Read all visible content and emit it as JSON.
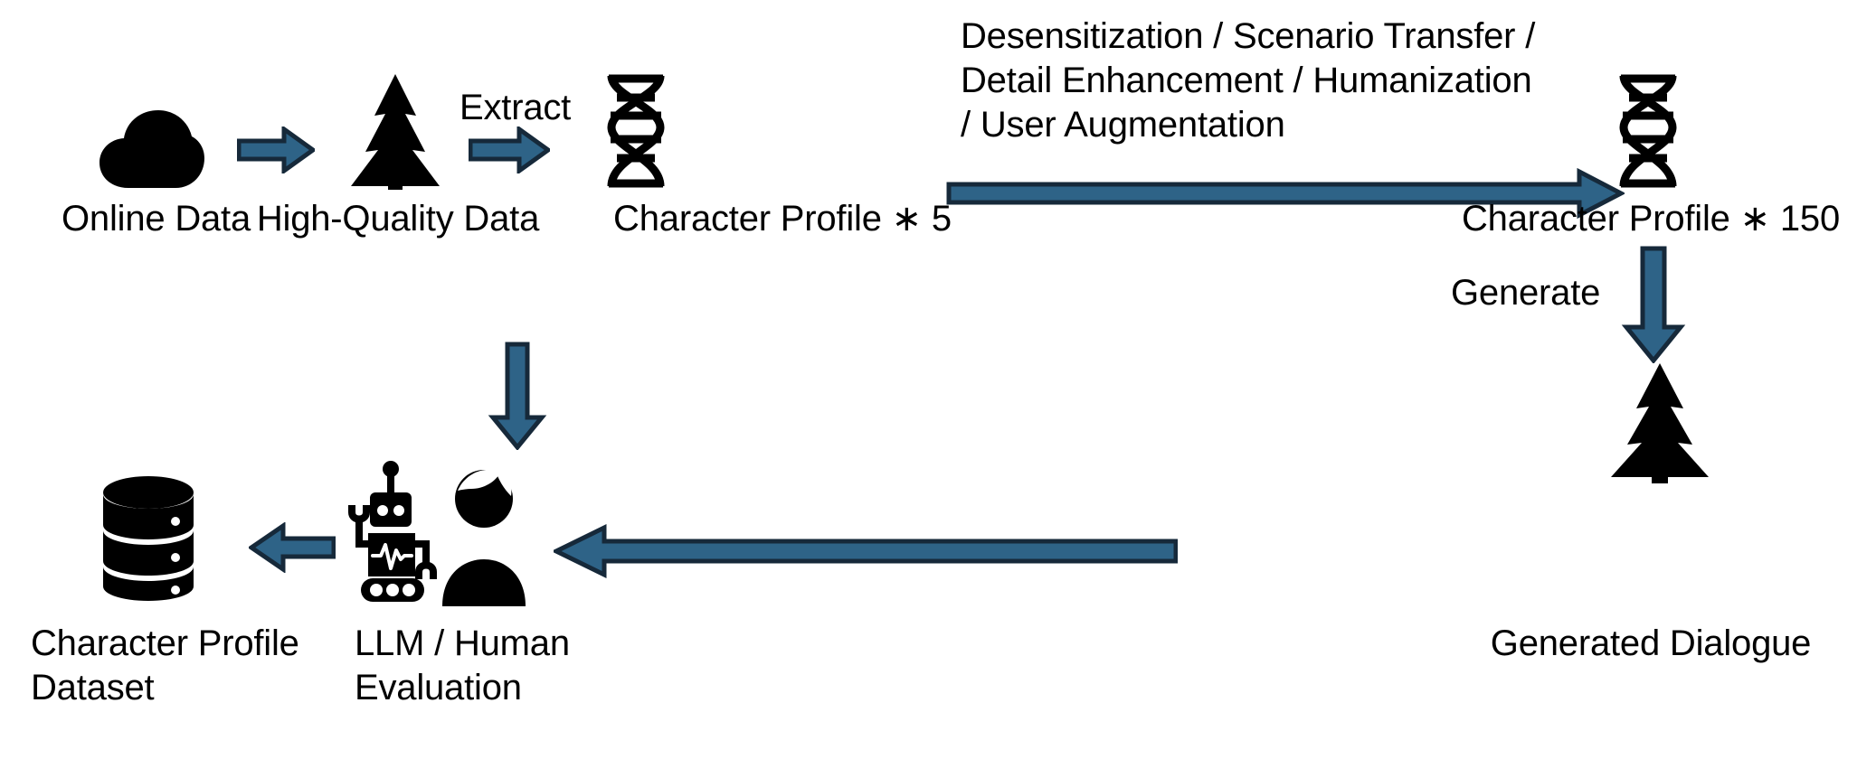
{
  "diagram": {
    "title": "Character Profile Dataset construction pipeline",
    "background_color": "#ffffff",
    "arrow_fill": "#2e6387",
    "arrow_stroke": "#16293a",
    "icon_color": "#000000",
    "text_color": "#000000"
  },
  "nodes": [
    {
      "id": "online-data",
      "label": "Online Data",
      "icon": "cloud-icon"
    },
    {
      "id": "high-quality-data",
      "label": "High-Quality Data",
      "icon": "tree-icon"
    },
    {
      "id": "profile-5",
      "label": "Character Profile ∗ 5",
      "icon": "dna-helix-icon"
    },
    {
      "id": "profile-150",
      "label": "Character Profile ∗ 150",
      "icon": "dna-helix-icon"
    },
    {
      "id": "generated-dialogue",
      "label": "Generated Dialogue",
      "icon": "tree-icon"
    },
    {
      "id": "evaluation",
      "label": "LLM / Human\nEvaluation",
      "icon": "robot-and-person-icon"
    },
    {
      "id": "profile-dataset",
      "label": "Character Profile\nDataset",
      "icon": "database-icon"
    }
  ],
  "edges": [
    {
      "id": "online-to-quality",
      "label": "",
      "direction": "right"
    },
    {
      "id": "quality-to-profile5",
      "label": "Extract",
      "direction": "right"
    },
    {
      "id": "profile5-to-profile150",
      "label": "Desensitization / Scenario Transfer /\nDetail Enhancement / Humanization\n/ User Augmentation",
      "direction": "right"
    },
    {
      "id": "profile150-to-dialogue",
      "label": "Generate",
      "direction": "down"
    },
    {
      "id": "dialogue-to-evaluation",
      "label": "",
      "direction": "left"
    },
    {
      "id": "evaluation-to-dataset",
      "label": "",
      "direction": "left"
    },
    {
      "id": "quality-to-evaluation",
      "label": "",
      "direction": "down"
    }
  ]
}
